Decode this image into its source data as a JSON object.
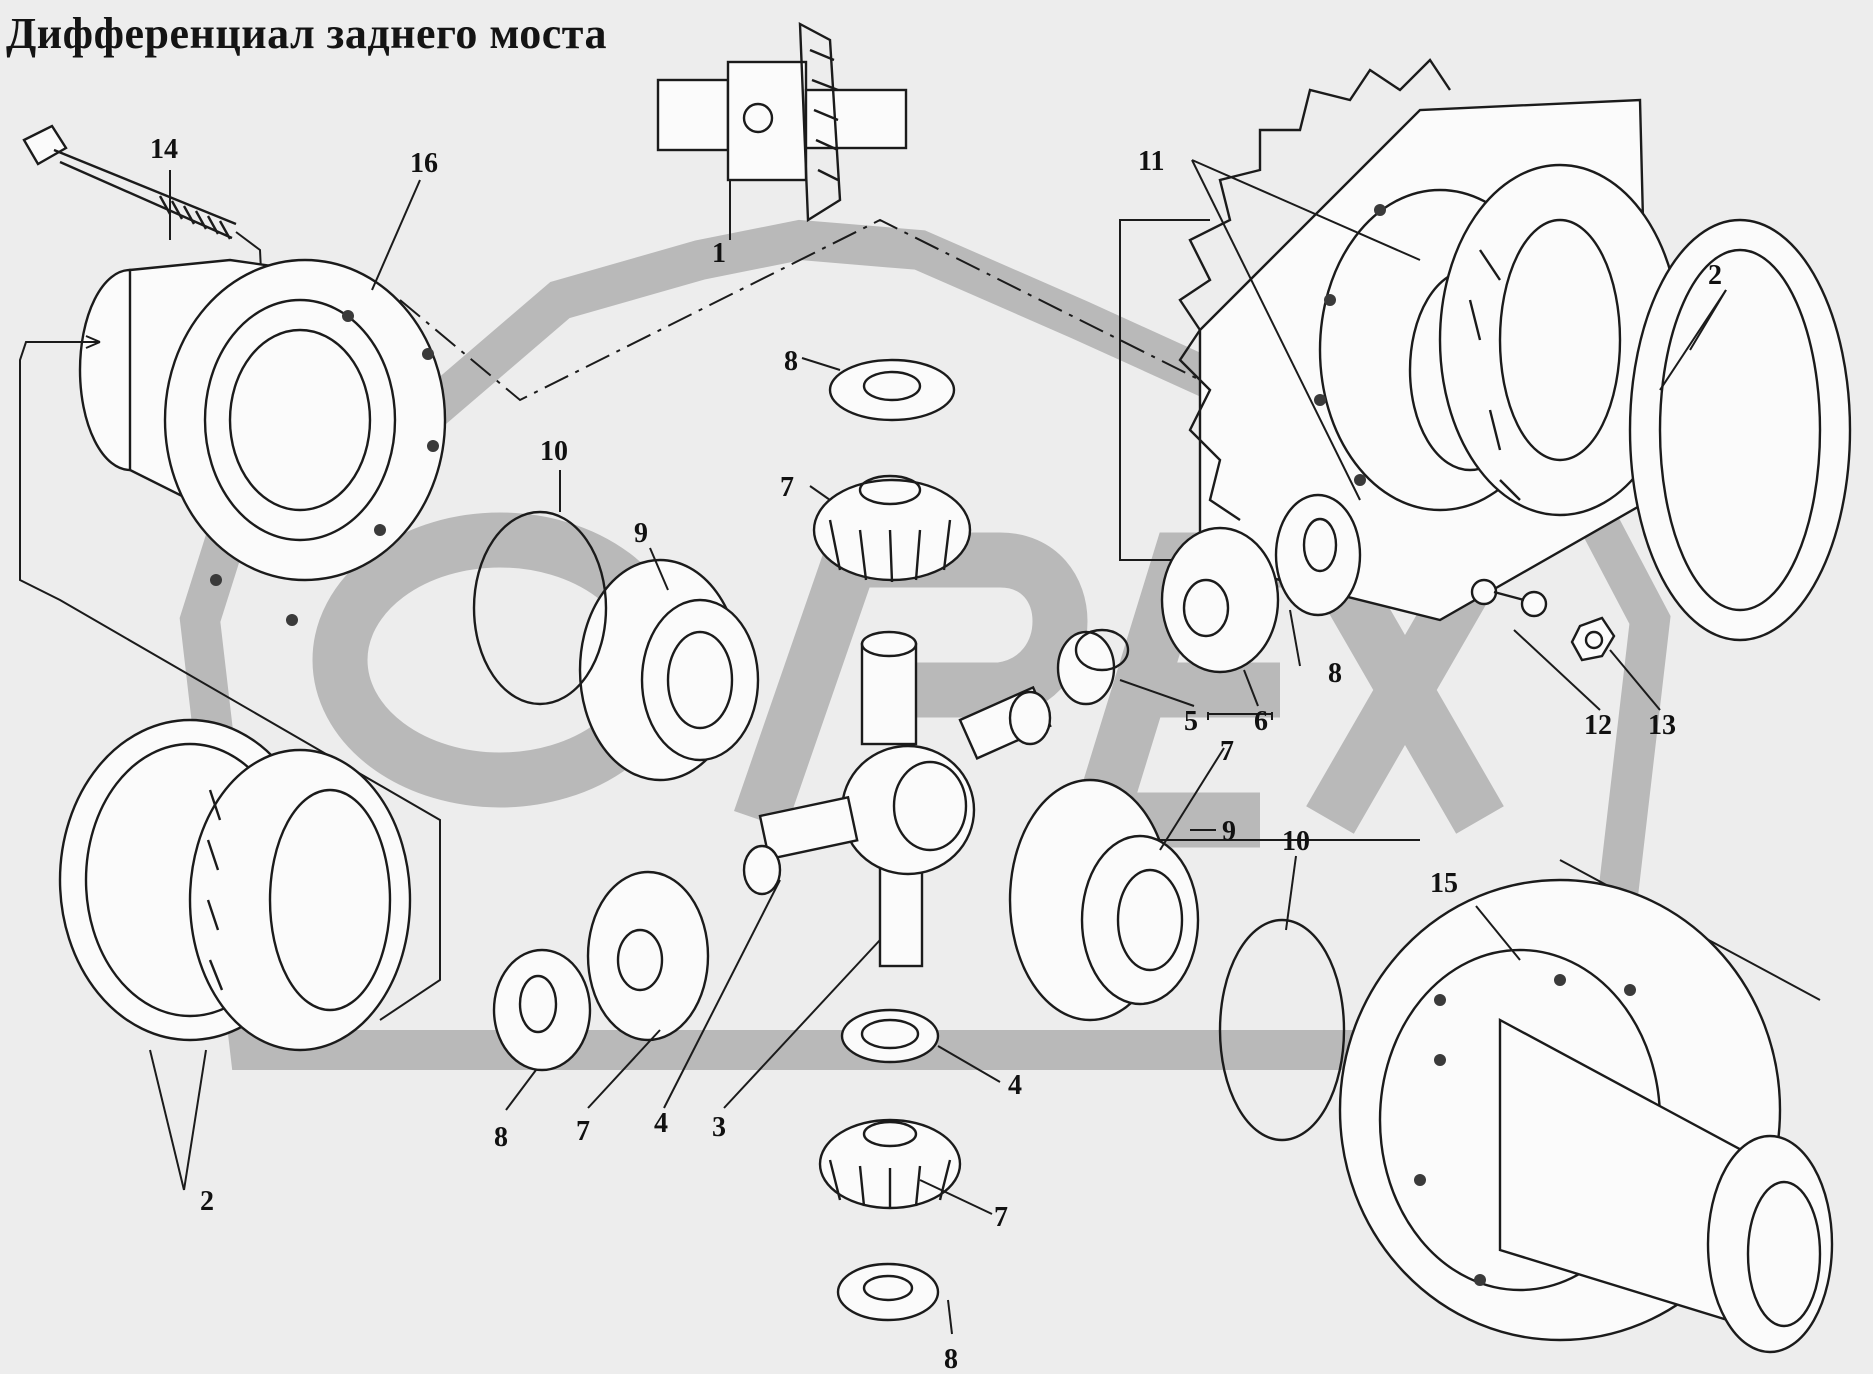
{
  "title": "Дифференциал заднего моста",
  "watermark": "ОРЕХ",
  "callouts": [
    {
      "id": "c1",
      "text": "1"
    },
    {
      "id": "c2a",
      "text": "2"
    },
    {
      "id": "c2b",
      "text": "2"
    },
    {
      "id": "c3",
      "text": "3"
    },
    {
      "id": "c4a",
      "text": "4"
    },
    {
      "id": "c4b",
      "text": "4"
    },
    {
      "id": "c5",
      "text": "5"
    },
    {
      "id": "c6",
      "text": "6"
    },
    {
      "id": "c7a",
      "text": "7"
    },
    {
      "id": "c7b",
      "text": "7"
    },
    {
      "id": "c7c",
      "text": "7"
    },
    {
      "id": "c7d",
      "text": "7"
    },
    {
      "id": "c8a",
      "text": "8"
    },
    {
      "id": "c8b",
      "text": "8"
    },
    {
      "id": "c8c",
      "text": "8"
    },
    {
      "id": "c8d",
      "text": "8"
    },
    {
      "id": "c9a",
      "text": "9"
    },
    {
      "id": "c9b",
      "text": "9"
    },
    {
      "id": "c10a",
      "text": "10"
    },
    {
      "id": "c10b",
      "text": "10"
    },
    {
      "id": "c11",
      "text": "11"
    },
    {
      "id": "c12",
      "text": "12"
    },
    {
      "id": "c13",
      "text": "13"
    },
    {
      "id": "c14",
      "text": "14"
    },
    {
      "id": "c15",
      "text": "15"
    },
    {
      "id": "c16",
      "text": "16"
    }
  ]
}
